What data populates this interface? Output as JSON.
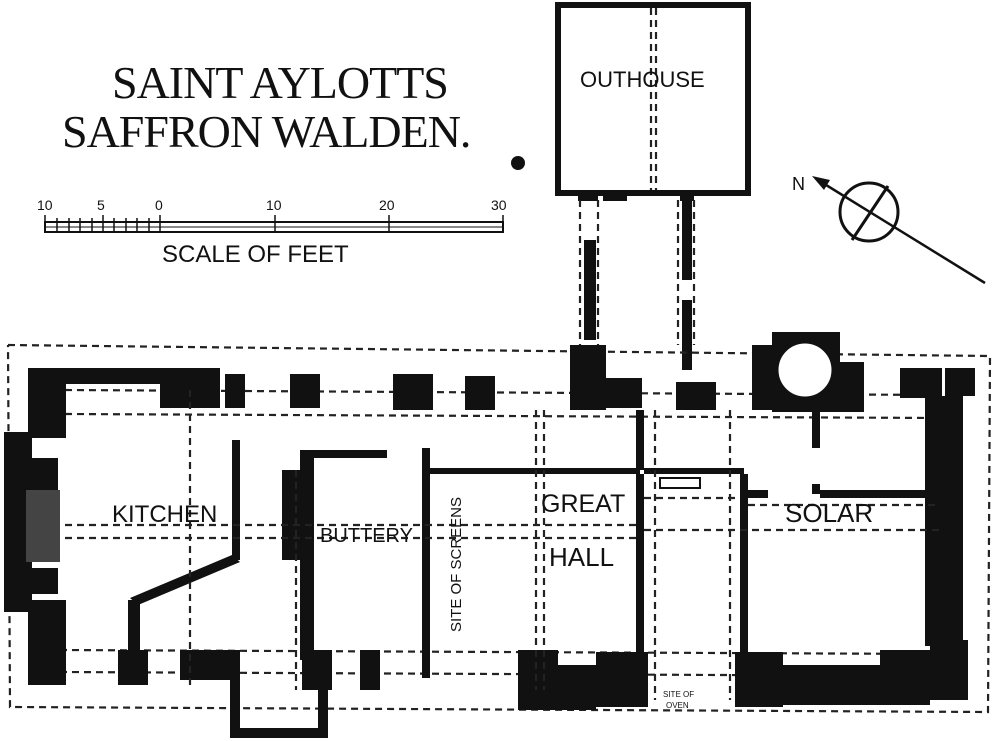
{
  "title": {
    "line1": "SAINT AYLOTTS",
    "line2": "SAFFRON WALDEN."
  },
  "scale": {
    "ticks": [
      "10",
      "5",
      "0",
      "10",
      "20",
      "30"
    ],
    "label": "SCALE OF FEET"
  },
  "north": {
    "label": "N"
  },
  "rooms": {
    "outhouse": "OUTHOUSE",
    "kitchen": "KITCHEN",
    "buttery": "BUTTERY",
    "screens": "SITE OF SCREENS",
    "great": "GREAT",
    "hall": "HALL",
    "solar": "SOLAR",
    "hearth_line1": "SITE OF",
    "hearth_line2": "OVEN"
  },
  "colors": {
    "ink": "#111111",
    "paper": "#ffffff"
  }
}
